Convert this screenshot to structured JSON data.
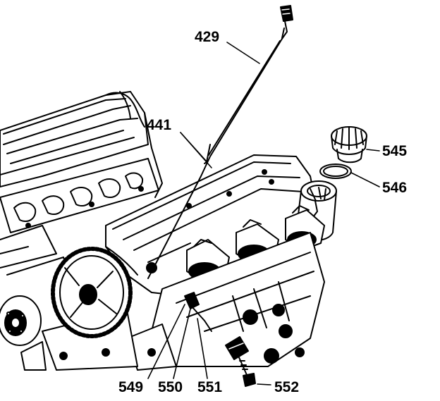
{
  "callouts": {
    "c429": "429",
    "c441": "441",
    "c545": "545",
    "c546": "546",
    "c549": "549",
    "c550": "550",
    "c551": "551",
    "c552": "552"
  }
}
